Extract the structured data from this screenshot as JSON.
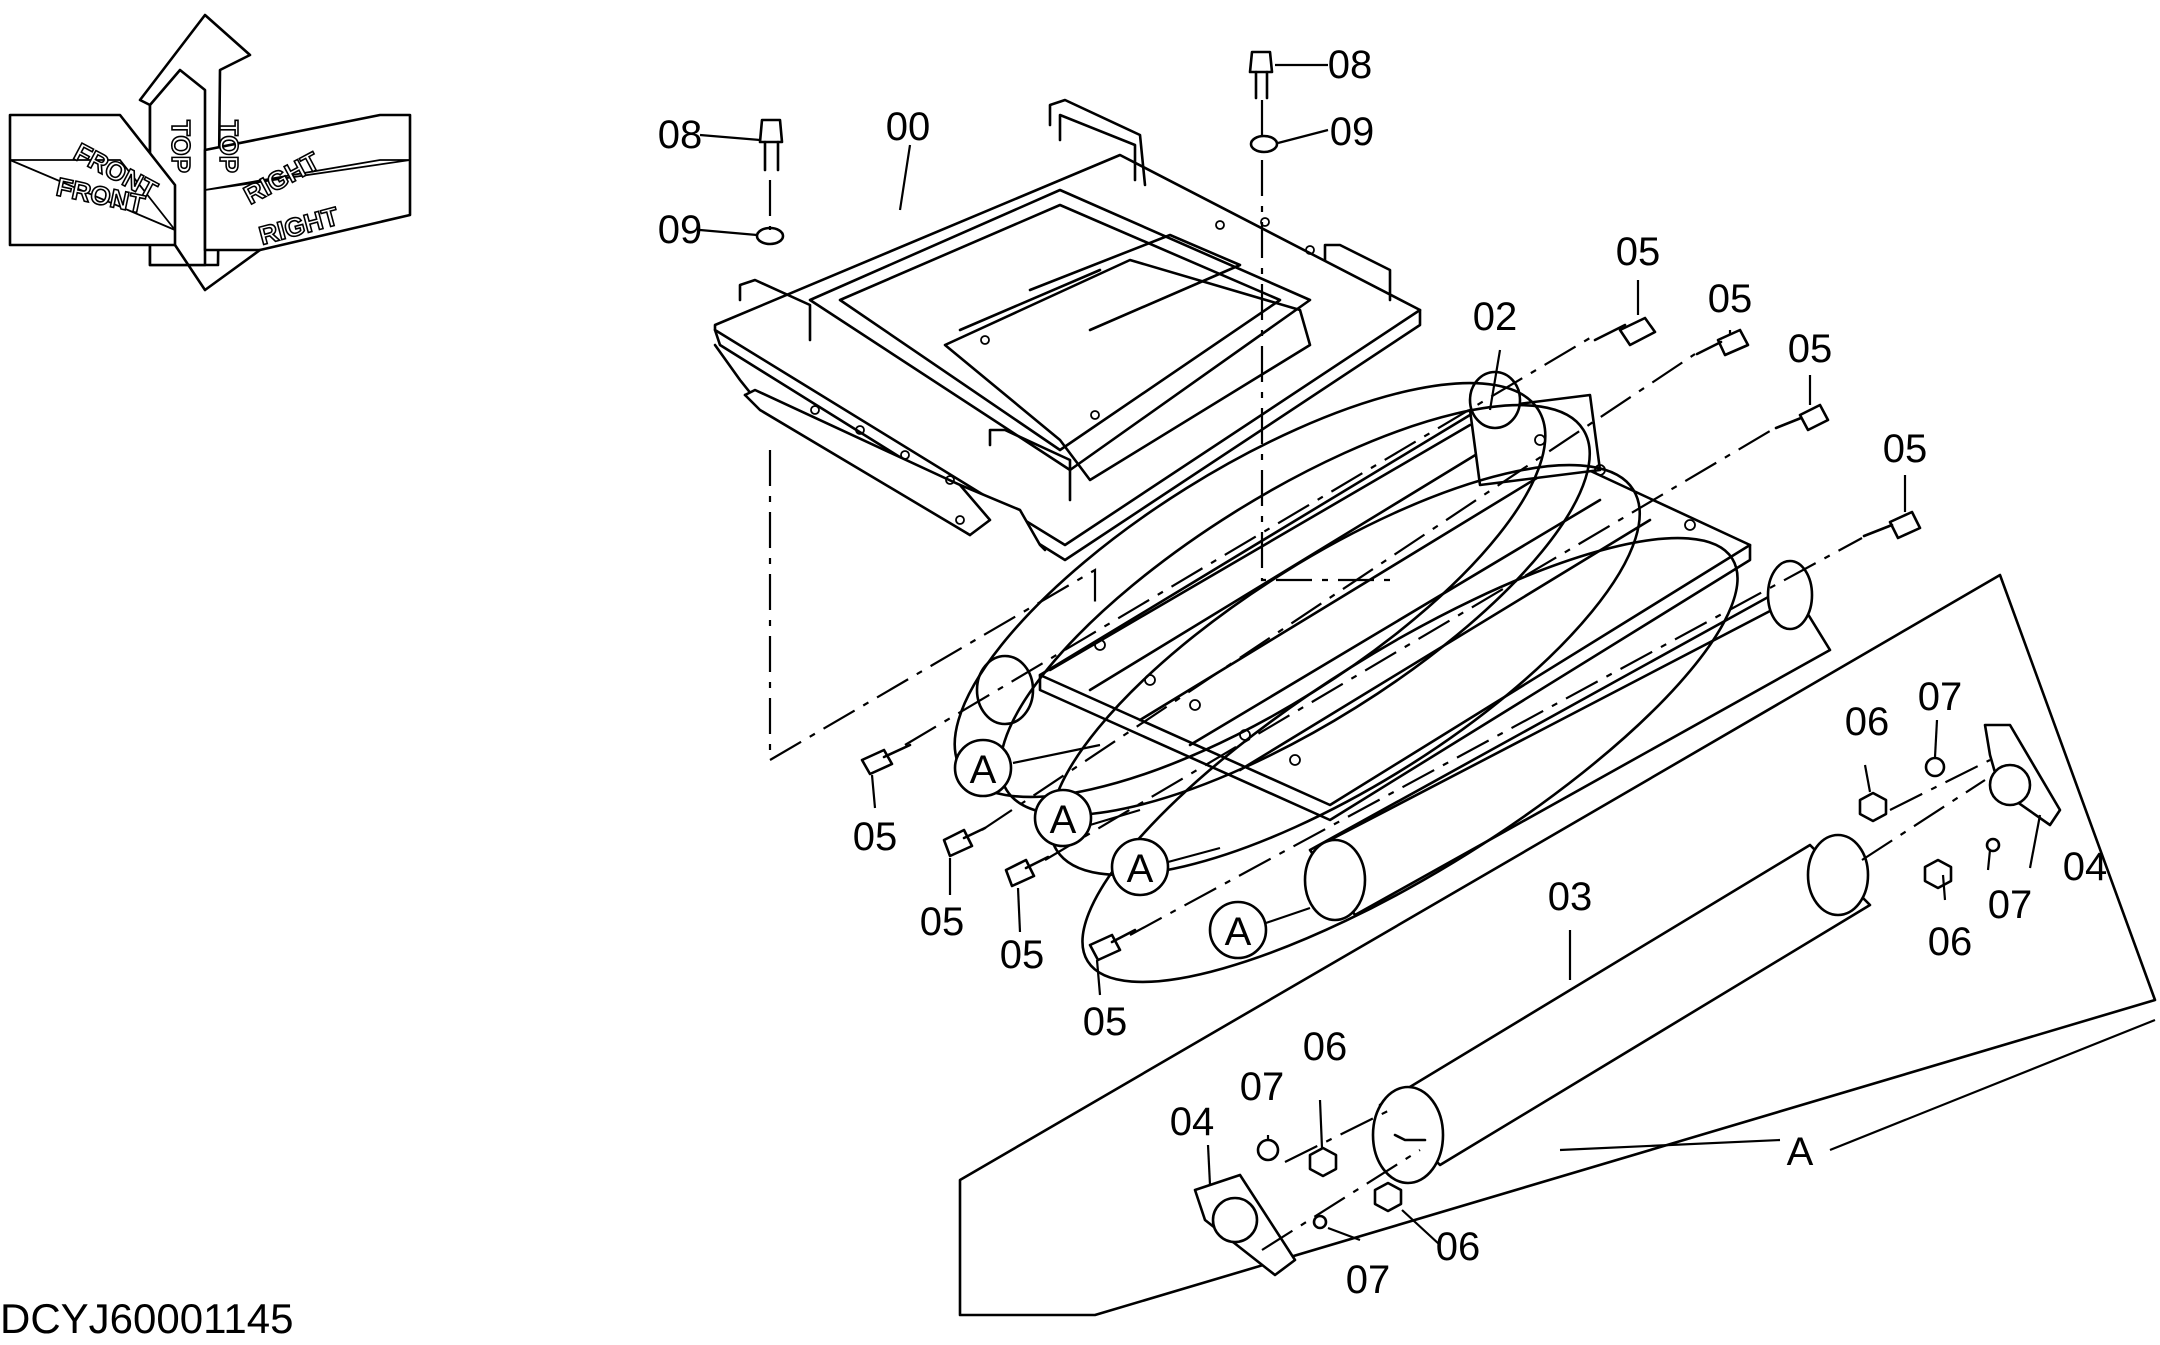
{
  "orientation": {
    "top": "TOP",
    "front": "FRONT",
    "right": "RIGHT"
  },
  "drawing_code": "DCYJ60001145",
  "labels": {
    "p00": "00",
    "p02": "02",
    "p03": "03",
    "p04": "04",
    "p05": "05",
    "p06": "06",
    "p07": "07",
    "p08": "08",
    "p09": "09",
    "detail": "A"
  }
}
